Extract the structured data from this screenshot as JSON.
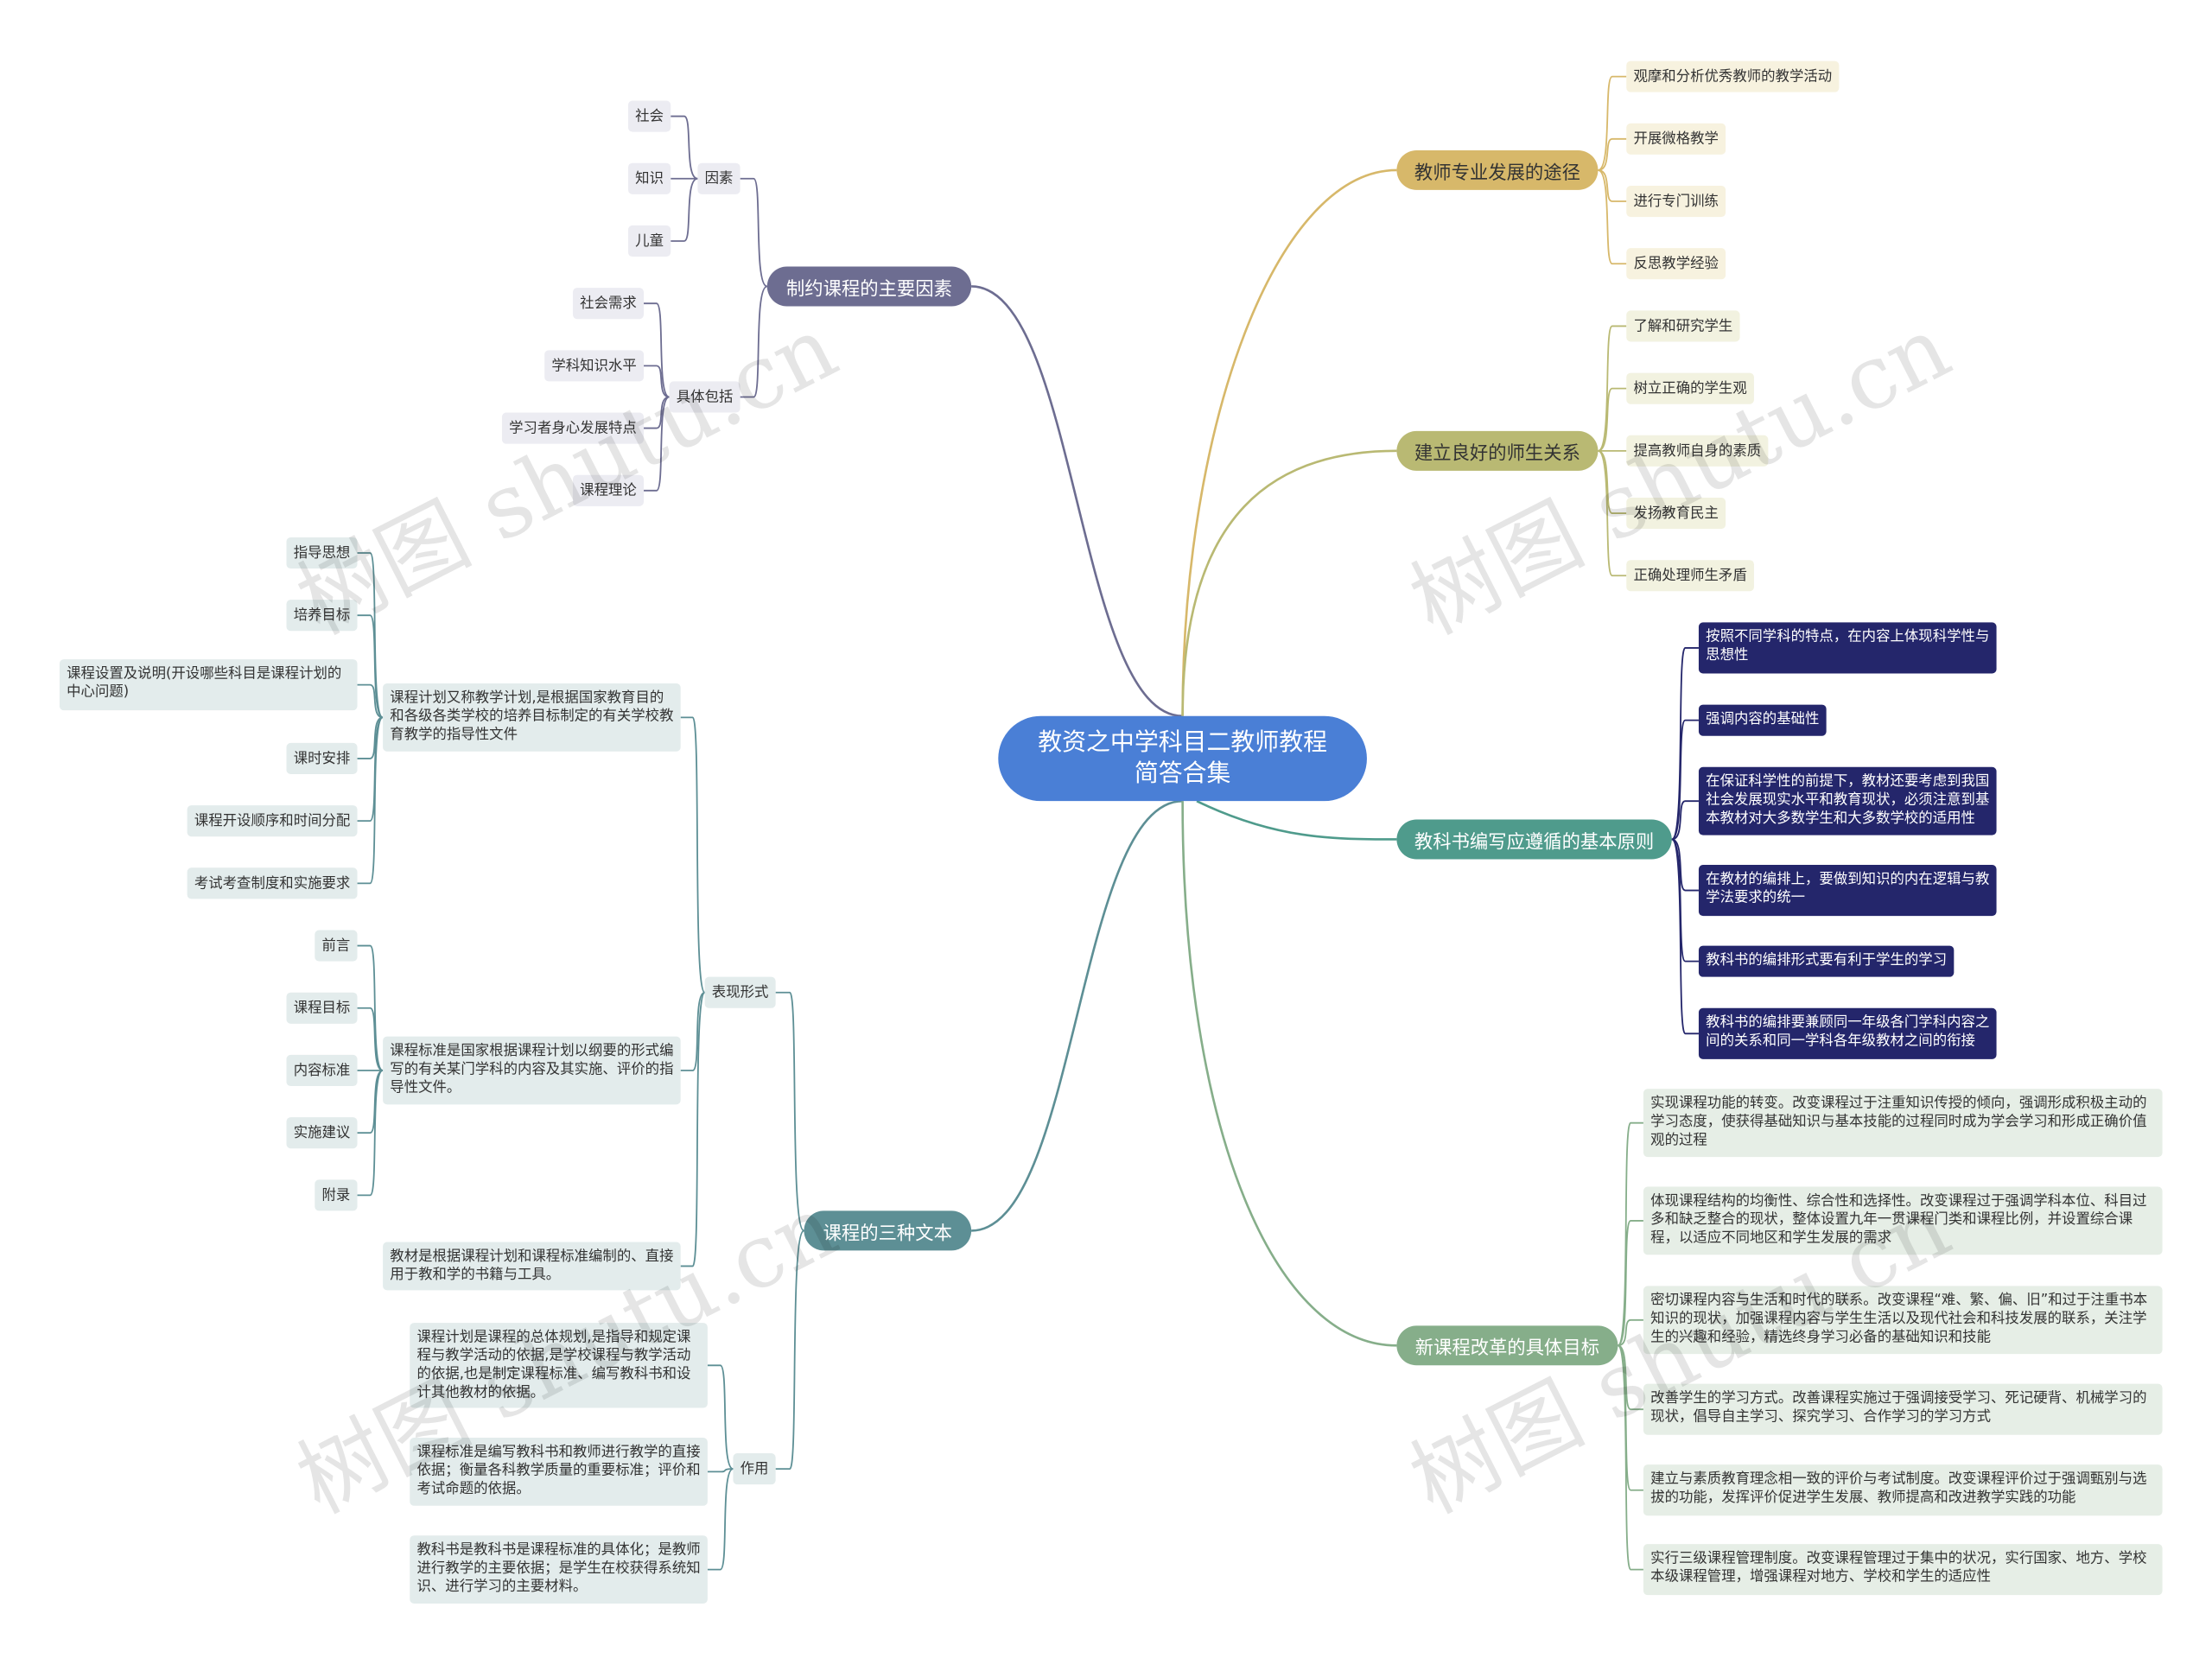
{
  "root": {
    "title": "教资之中学科目二教师教程简答合集"
  },
  "branches": {
    "constraints": {
      "label": "制约课程的主要因素",
      "factors": {
        "label": "因素",
        "items": [
          "社会",
          "知识",
          "儿童"
        ]
      },
      "specific": {
        "label": "具体包括",
        "items": [
          "社会需求",
          "学科知识水平",
          "学习者身心发展特点",
          "课程理论"
        ]
      }
    },
    "three_texts": {
      "label": "课程的三种文本",
      "forms": {
        "label": "表现形式",
        "plan": {
          "text": "课程计划又称教学计划,是根据国家教育目的和各级各类学校的培养目标制定的有关学校教育教学的指导性文件",
          "items": [
            "指导思想",
            "培养目标",
            "课程设置及说明(开设哪些科目是课程计划的中心问题)",
            "课时安排",
            "课程开设顺序和时间分配",
            "考试考查制度和实施要求"
          ]
        },
        "standard": {
          "text": "课程标准是国家根据课程计划以纲要的形式编写的有关某门学科的内容及其实施、评价的指导性文件。",
          "items": [
            "前言",
            "课程目标",
            "内容标准",
            "实施建议",
            "附录"
          ]
        },
        "textbook": "教材是根据课程计划和课程标准编制的、直接用于教和学的书籍与工具。"
      },
      "roles": {
        "label": "作用",
        "items": [
          "课程计划是课程的总体规划,是指导和规定课程与教学活动的依据,是学校课程与教学活动的依据,也是制定课程标准、编写教科书和设计其他教材的依据。",
          "课程标准是编写教科书和教师进行教学的直接依据；衡量各科教学质量的重要标准；评价和考试命题的依据。",
          "教科书是教科书是课程标准的具体化；是教师进行教学的主要依据；是学生在校获得系统知识、进行学习的主要材料。"
        ]
      }
    },
    "pro_dev": {
      "label": "教师专业发展的途径",
      "items": [
        "观摩和分析优秀教师的教学活动",
        "开展微格教学",
        "进行专门训练",
        "反思教学经验"
      ]
    },
    "relations": {
      "label": "建立良好的师生关系",
      "items": [
        "了解和研究学生",
        "树立正确的学生观",
        "提高教师自身的素质",
        "发扬教育民主",
        "正确处理师生矛盾"
      ]
    },
    "textbook_principles": {
      "label": "教科书编写应遵循的基本原则",
      "items": [
        "按照不同学科的特点，在内容上体现科学性与思想性",
        "强调内容的基础性",
        "在保证科学性的前提下，教材还要考虑到我国社会发展现实水平和教育现状，必须注意到基本教材对大多数学生和大多数学校的适用性",
        "在教材的编排上，要做到知识的内在逻辑与教学法要求的统一",
        "教科书的编排形式要有利于学生的学习",
        "教科书的编排要兼顾同一年级各门学科内容之间的关系和同一学科各年级教材之间的衔接"
      ]
    },
    "reform_goals": {
      "label": "新课程改革的具体目标",
      "items": [
        "实现课程功能的转变。改变课程过于注重知识传授的倾向，强调形成积极主动的学习态度，使获得基础知识与基本技能的过程同时成为学会学习和形成正确价值观的过程",
        "体现课程结构的均衡性、综合性和选择性。改变课程过于强调学科本位、科目过多和缺乏整合的现状，整体设置九年一贯课程门类和课程比例，并设置综合课程，以适应不同地区和学生发展的需求",
        "密切课程内容与生活和时代的联系。改变课程“难、繁、偏、旧”和过于注重书本知识的现状，加强课程内容与学生生活以及现代社会和科技发展的联系，关注学生的兴趣和经验，精选终身学习必备的基础知识和技能",
        "改善学生的学习方式。改善课程实施过于强调接受学习、死记硬背、机械学习的现状，倡导自主学习、探究学习、合作学习的学习方式",
        "建立与素质教育理念相一致的评价与考试制度。改变课程评价过于强调甄别与选拔的功能，发挥评价促进学生发展、教师提高和改进教学实践的功能",
        "实行三级课程管理制度。改变课程管理过于集中的状况，实行国家、地方、学校本级课程管理，增强课程对地方、学校和学生的适应性"
      ]
    }
  },
  "watermark": "树图 shutu.cn",
  "colors": {
    "root": "#4a7fd6",
    "navy": "#24266b"
  }
}
